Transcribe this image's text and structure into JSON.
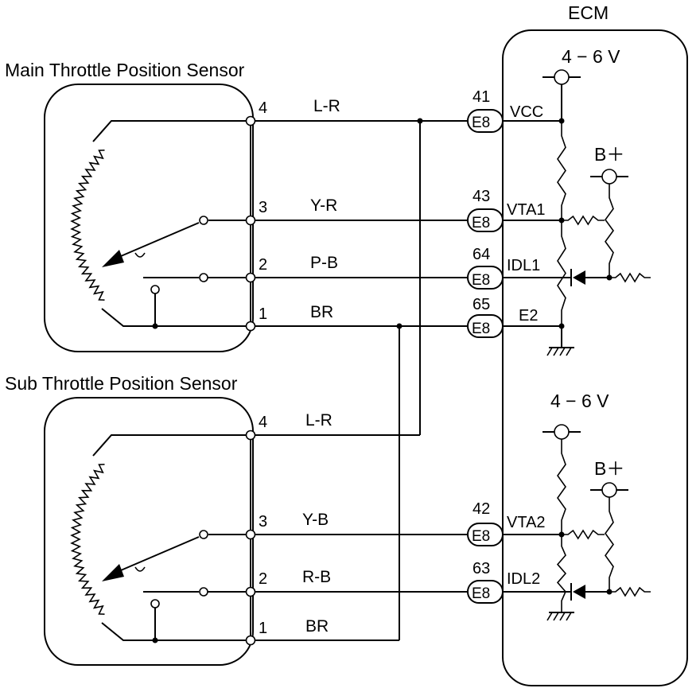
{
  "ecm": {
    "title": "ECM",
    "supply_top": "4 − 6 V",
    "supply_bottom": "4 − 6 V",
    "bplus_top": "B＋",
    "bplus_bottom": "B＋"
  },
  "main_sensor": {
    "title": "Main Throttle Position Sensor",
    "pins": [
      "4",
      "3",
      "2",
      "1"
    ],
    "wires": [
      "L-R",
      "Y-R",
      "P-B",
      "BR"
    ]
  },
  "sub_sensor": {
    "title": "Sub Throttle Position Sensor",
    "pins": [
      "4",
      "3",
      "2",
      "1"
    ],
    "wires": [
      "L-R",
      "Y-B",
      "R-B",
      "BR"
    ]
  },
  "connectors": [
    {
      "number": "41",
      "code": "E8",
      "signal": "VCC"
    },
    {
      "number": "43",
      "code": "E8",
      "signal": "VTA1"
    },
    {
      "number": "64",
      "code": "E8",
      "signal": "IDL1"
    },
    {
      "number": "65",
      "code": "E8",
      "signal": "E2"
    },
    {
      "number": "42",
      "code": "E8",
      "signal": "VTA2"
    },
    {
      "number": "63",
      "code": "E8",
      "signal": "IDL2"
    }
  ]
}
